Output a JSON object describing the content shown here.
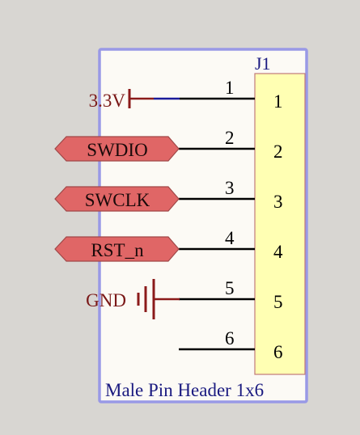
{
  "component": {
    "designator": "J1",
    "description": "Male Pin Header 1x6",
    "pins": [
      {
        "pin_number": "1",
        "net_name": "3.3V",
        "net_type": "power"
      },
      {
        "pin_number": "2",
        "net_name": "SWDIO",
        "net_type": "port"
      },
      {
        "pin_number": "3",
        "net_name": "SWCLK",
        "net_type": "port"
      },
      {
        "pin_number": "4",
        "net_name": "RST_n",
        "net_type": "port"
      },
      {
        "pin_number": "5",
        "net_name": "GND",
        "net_type": "ground"
      },
      {
        "pin_number": "6",
        "net_name": "",
        "net_type": "none"
      }
    ]
  },
  "colors": {
    "background": "#d8d6d2",
    "sheet": "#fcfaf5",
    "sheet_border": "#9999e6",
    "body_fill": "#ffffb3",
    "body_stroke": "#c07878",
    "port_fill": "#e06666",
    "port_stroke": "#a04848",
    "net_label": "#7a1818",
    "power_symbol": "#8b1a1a",
    "designator": "#1a1a80",
    "wire": "#000000",
    "power_stub": "#1a1a9a"
  }
}
